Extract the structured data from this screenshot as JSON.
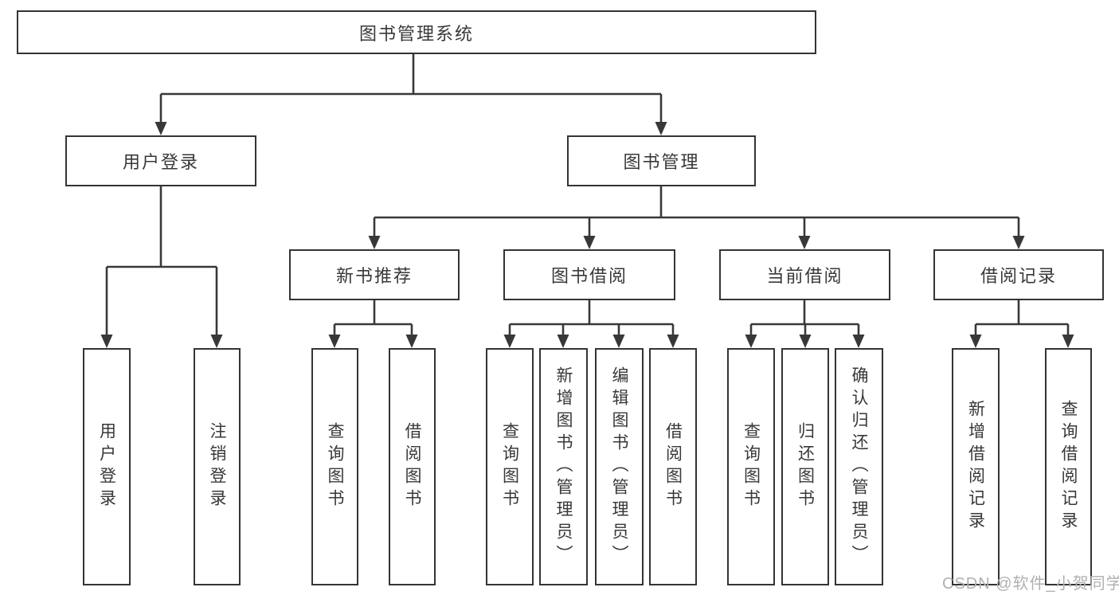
{
  "diagram": {
    "root": {
      "label": "图书管理系统"
    },
    "user": {
      "label": "用户登录",
      "children": [
        {
          "label": "用户登录"
        },
        {
          "label": "注销登录"
        }
      ]
    },
    "management": {
      "label": "图书管理",
      "sections": [
        {
          "label": "新书推荐",
          "children": [
            {
              "label": "查询图书"
            },
            {
              "label": "借阅图书"
            }
          ]
        },
        {
          "label": "图书借阅",
          "children": [
            {
              "label": "查询图书"
            },
            {
              "label": "新增图书（管理员）"
            },
            {
              "label": "编辑图书（管理员）"
            },
            {
              "label": "借阅图书"
            }
          ]
        },
        {
          "label": "当前借阅",
          "children": [
            {
              "label": "查询图书"
            },
            {
              "label": "归还图书"
            },
            {
              "label": "确认归还（管理员）"
            }
          ]
        },
        {
          "label": "借阅记录",
          "children": [
            {
              "label": "新增借阅记录"
            },
            {
              "label": "查询借阅记录"
            }
          ]
        }
      ]
    }
  },
  "watermark": {
    "text": "CSDN @软件_小贺同学"
  },
  "colors": {
    "line": "#383838",
    "box_border": "#343434",
    "text": "#383838",
    "watermark": "#b0b0b0",
    "background": "#ffffff"
  }
}
